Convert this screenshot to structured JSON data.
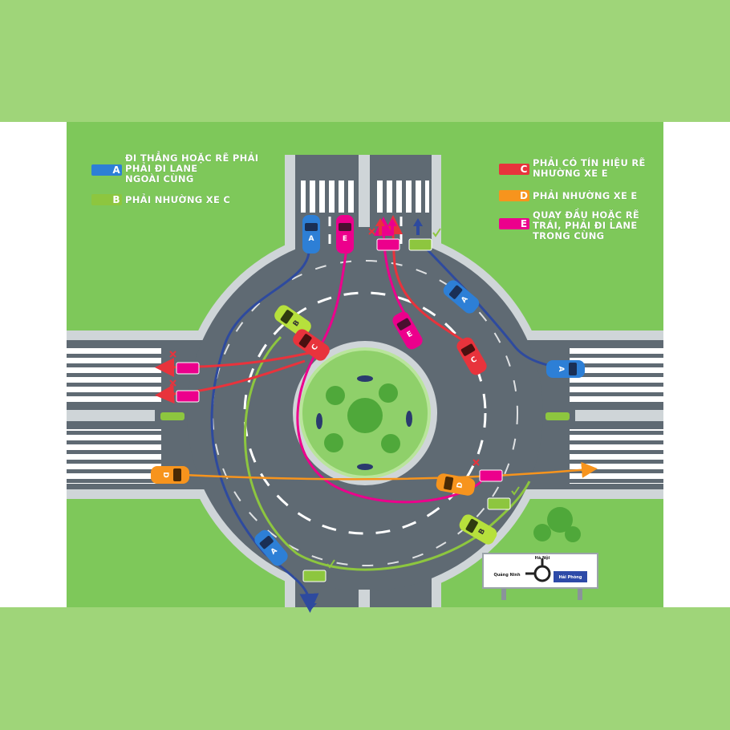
{
  "legend_left": [
    {
      "letter": "A",
      "color": "#2d7fd6",
      "lines": [
        "ĐI THẲNG HOẶC RẼ PHẢI",
        "PHẢI ĐI LANE",
        "NGOÀI CÙNG"
      ]
    },
    {
      "letter": "B",
      "color": "#8dc63f",
      "lines": [
        "PHẢI NHƯỜNG XE C"
      ]
    }
  ],
  "legend_right": [
    {
      "letter": "C",
      "color": "#e8333c",
      "lines": [
        "PHẢI CÓ TÍN HIỆU RẼ",
        "NHƯỜNG XE E"
      ]
    },
    {
      "letter": "D",
      "color": "#f7941d",
      "lines": [
        "PHẢI NHƯỜNG XE E"
      ]
    },
    {
      "letter": "E",
      "color": "#ec008c",
      "lines": [
        "QUAY ĐẦU HOẶC RẼ",
        "TRÁI, PHẢI ĐI LANE",
        "TRONG CÙNG"
      ]
    }
  ],
  "colors": {
    "background": "#9fd579",
    "grass": "#7ec85a",
    "road": "#5f6a73",
    "lane_A": "#2e4a9e",
    "lane_B": "#8dc63f",
    "lane_C": "#e8333c",
    "lane_D": "#f7941d",
    "lane_E": "#ec008c"
  },
  "cars": [
    {
      "letter": "A",
      "color": "#2d7fd6"
    },
    {
      "letter": "E",
      "color": "#ec008c"
    },
    {
      "letter": "B",
      "color": "#b6e03c"
    },
    {
      "letter": "C",
      "color": "#e8333c"
    },
    {
      "letter": "E",
      "color": "#ec008c"
    },
    {
      "letter": "A",
      "color": "#2d7fd6"
    },
    {
      "letter": "C",
      "color": "#e8333c"
    },
    {
      "letter": "A",
      "color": "#2d7fd6"
    },
    {
      "letter": "D",
      "color": "#f7941d"
    },
    {
      "letter": "D",
      "color": "#f7941d"
    },
    {
      "letter": "A",
      "color": "#2d7fd6"
    },
    {
      "letter": "B",
      "color": "#b6e03c"
    }
  ],
  "icons": {
    "wrong": "cross-icon",
    "right": "check-icon"
  },
  "sign": {
    "top": "Hà Nội",
    "left": "Quảng Ninh",
    "right": "Hải Phòng"
  }
}
